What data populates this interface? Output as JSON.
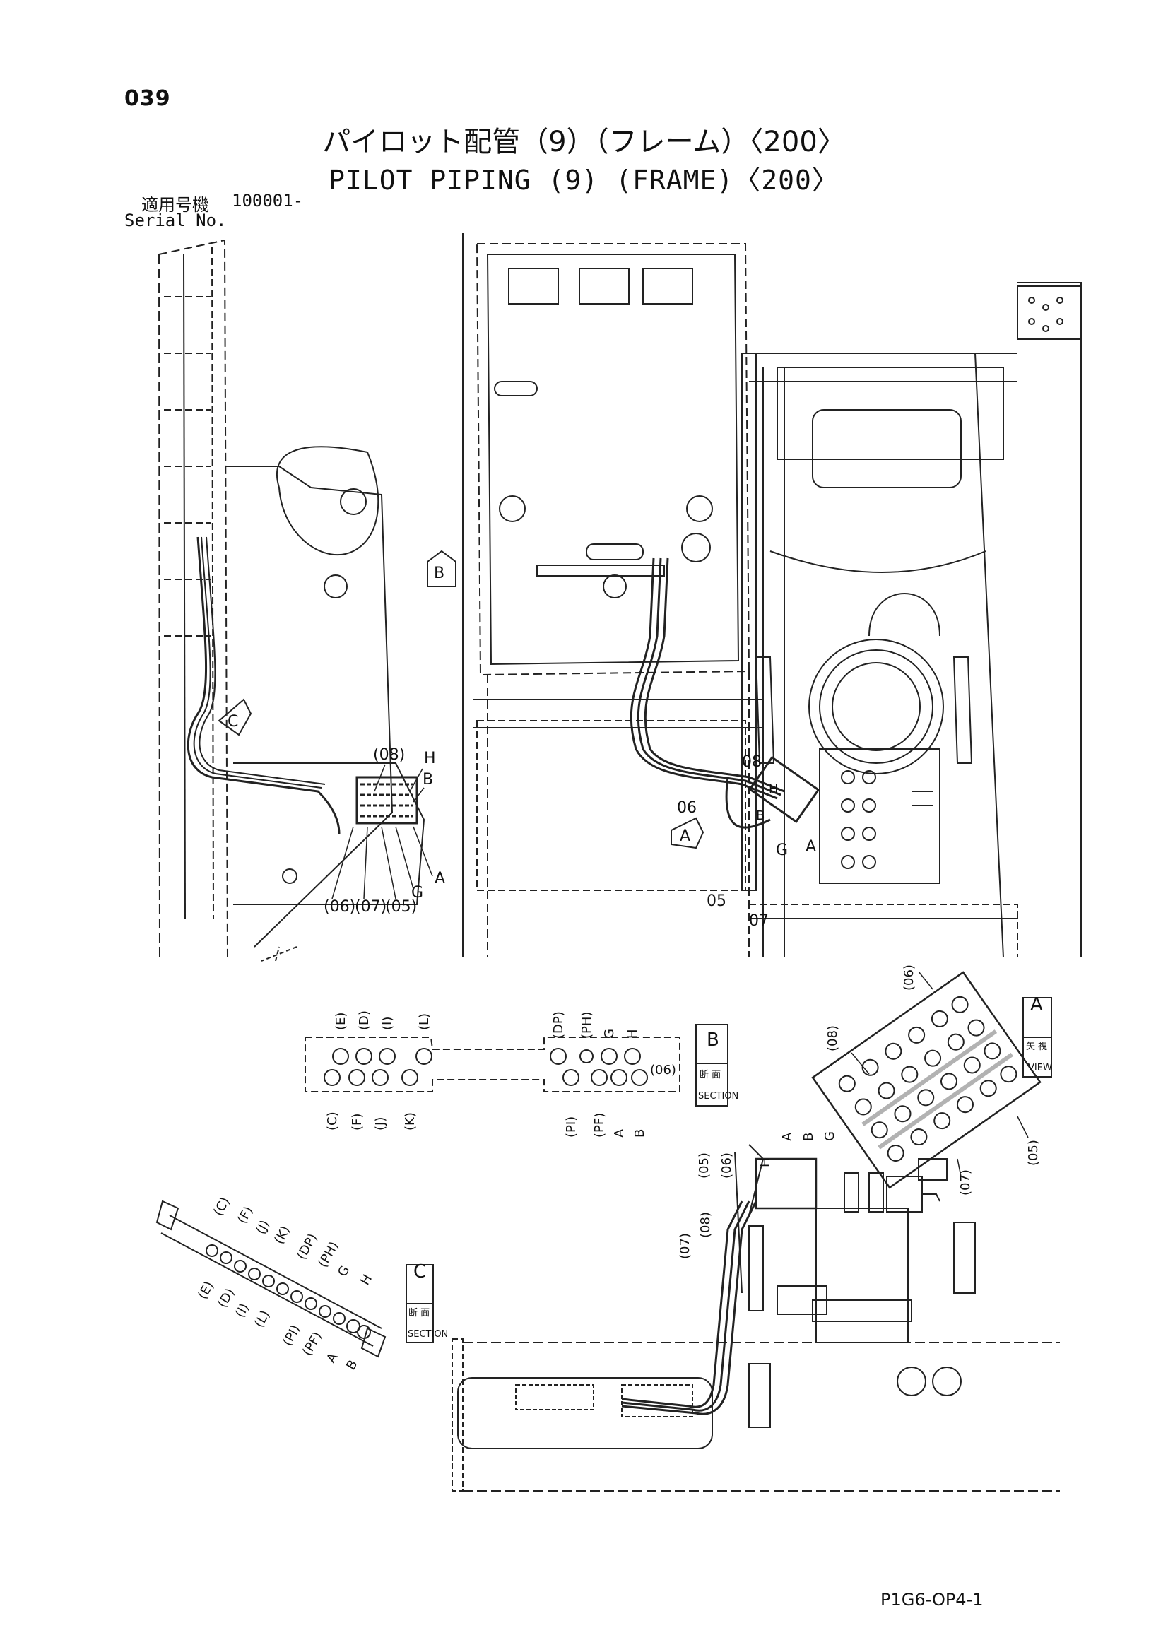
{
  "header": {
    "page_number": "039",
    "title_jp": "パイロット配管（9）（フレーム）〈200〉",
    "title_en": "PILOT PIPING (9) (FRAME)〈200〉"
  },
  "serial": {
    "label_jp": "適用号機",
    "label_en": "Serial No.",
    "value": "100001-"
  },
  "footer": {
    "code": "P1G6-OP4-1"
  },
  "main_view": {
    "section_markers": {
      "a": "A",
      "b": "B",
      "c": "C"
    },
    "left_labels": {
      "l08": "(08)",
      "H": "H",
      "B": "B",
      "A": "A",
      "G": "G",
      "l05": "(05)",
      "l07": "(07)",
      "l06": "(06)"
    },
    "right_labels": {
      "l08": "08",
      "l06": "06",
      "l05": "05",
      "l07": "07",
      "H": "H",
      "B": "B",
      "G": "G",
      "A": "A"
    }
  },
  "section_b": {
    "title": "B",
    "title_jp": "断 面",
    "sub": "SECTION",
    "top_labels": [
      "(E)",
      "(D)",
      "(I)",
      "(L)",
      "(DP)",
      "(PH)",
      "G",
      "H"
    ],
    "bottom_labels": [
      "(C)",
      "(F)",
      "(J)",
      "(K)",
      "(PI)",
      "(PF)",
      "A",
      "B"
    ],
    "inner_label": "(06)"
  },
  "section_c": {
    "title": "C",
    "title_jp": "断 面",
    "sub": "SECTION",
    "top_labels": [
      "(C)",
      "(F)",
      "(J)",
      "(K)",
      "(DP)",
      "(PH)",
      "G",
      "H"
    ],
    "bottom_labels": [
      "(E)",
      "(D)",
      "(I)",
      "(L)",
      "(PI)",
      "(PF)",
      "A",
      "B"
    ]
  },
  "view_a": {
    "title": "A",
    "title_jp": "矢 視",
    "sub": "VIEW",
    "labels": {
      "l08": "(08)",
      "l06": "(06)",
      "l05": "(05)",
      "l07": "(07)"
    }
  },
  "lower_view": {
    "labels": {
      "H": "H",
      "A": "A",
      "B": "B",
      "G": "G",
      "l06": "(06)",
      "l05": "(05)",
      "l08": "(08)",
      "l07": "(07)"
    }
  }
}
